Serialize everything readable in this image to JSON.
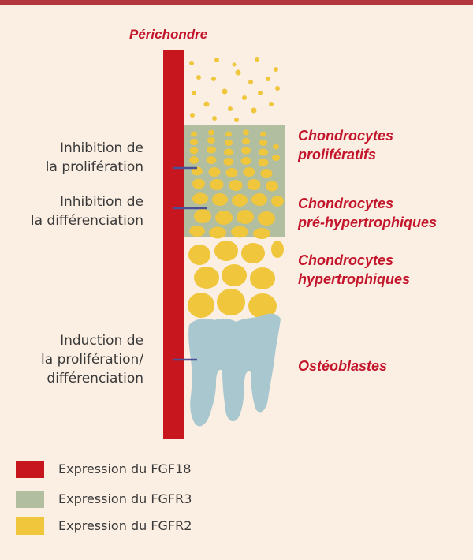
{
  "title": "Périchondre",
  "left_labels": [
    {
      "line1": "Inhibition de",
      "line2": "la prolifération"
    },
    {
      "line1": "Inhibition de",
      "line2": "la différenciation"
    },
    {
      "line1": "Induction de",
      "line2": "la prolifération/",
      "line3": "différenciation"
    }
  ],
  "right_labels": [
    {
      "line1": "Chondrocytes",
      "line2": "prolifératifs"
    },
    {
      "line1": "Chondrocytes",
      "line2": "pré-hypertrophiques"
    },
    {
      "line1": "Chondrocytes",
      "line2": "hypertrophiques"
    },
    {
      "line1": "Ostéoblastes"
    }
  ],
  "legend": [
    {
      "label": "Expression du FGF18",
      "color": "#c8161f"
    },
    {
      "label": "Expression du FGFR3",
      "color": "#b1bea0"
    },
    {
      "label": "Expression du FGFR2",
      "color": "#f0c63c"
    }
  ],
  "colors": {
    "background": "#fbeee2",
    "accent_text": "#c3152b",
    "fgf18": "#c8161f",
    "fgfr3": "#b1bea0",
    "fgfr2": "#f0c63c",
    "osteoblast": "#a8c7cf",
    "marker": "#4b4f95"
  }
}
